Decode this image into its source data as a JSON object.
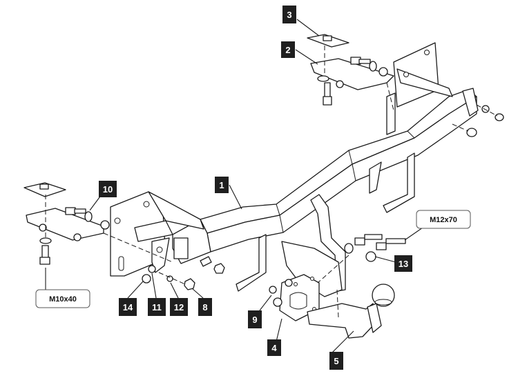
{
  "callouts": {
    "c1": "1",
    "c2": "2",
    "c3": "3",
    "c4": "4",
    "c5": "5",
    "c8": "8",
    "c9": "9",
    "c10": "10",
    "c11": "11",
    "c12": "12",
    "c13": "13",
    "c14": "14"
  },
  "specs": {
    "left_bolt": "M10x40",
    "right_bolt": "M12x70"
  },
  "colors": {
    "line": "#1a1a1a",
    "callout_fill": "#1f1f1f",
    "callout_text": "#ffffff"
  }
}
